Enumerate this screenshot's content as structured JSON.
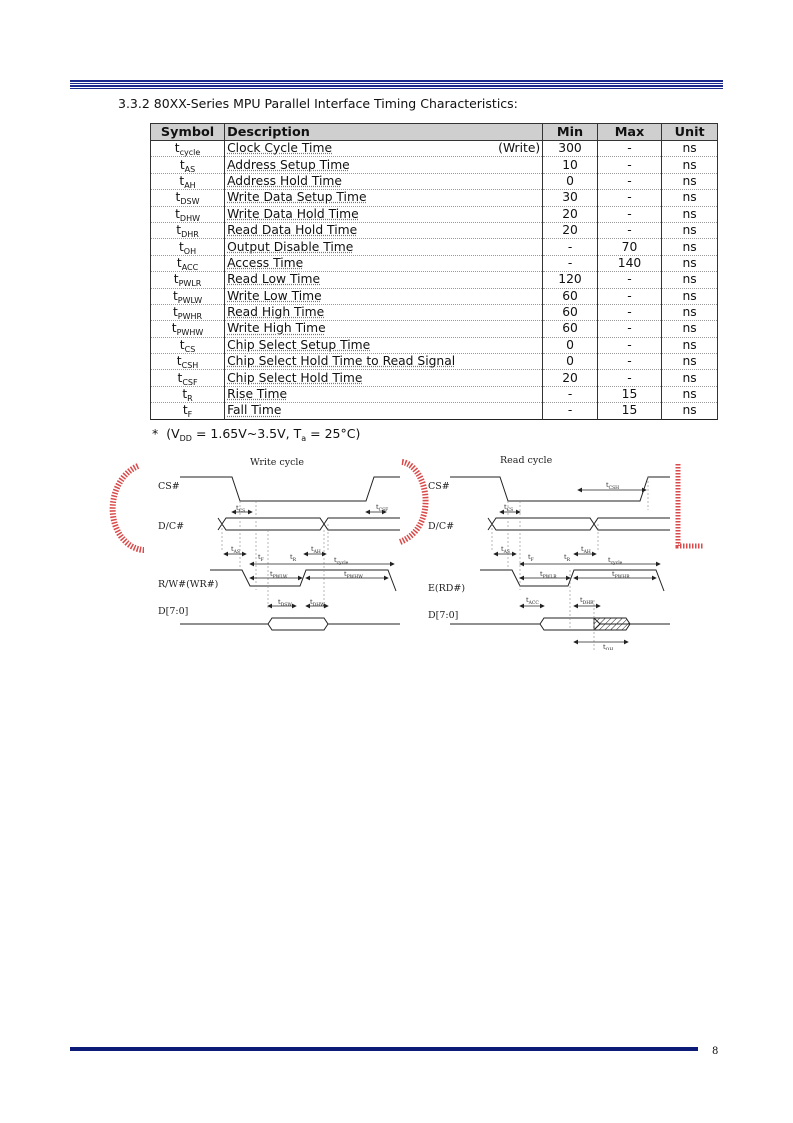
{
  "section_title": "3.3.2 80XX-Series MPU Parallel Interface Timing Characteristics:",
  "table": {
    "headers": [
      "Symbol",
      "Description",
      "Min",
      "Max",
      "Unit"
    ],
    "rows": [
      {
        "sym": "t",
        "sub": "cycle",
        "desc": "Clock Cycle Time",
        "note": "(Write)",
        "min": "300",
        "max": "-",
        "unit": "ns"
      },
      {
        "sym": "t",
        "sub": "AS",
        "desc": "Address Setup Time",
        "note": "",
        "min": "10",
        "max": "-",
        "unit": "ns"
      },
      {
        "sym": "t",
        "sub": "AH",
        "desc": "Address Hold Time",
        "note": "",
        "min": "0",
        "max": "-",
        "unit": "ns"
      },
      {
        "sym": "t",
        "sub": "DSW",
        "desc": "Write Data Setup Time",
        "note": "",
        "min": "30",
        "max": "-",
        "unit": "ns"
      },
      {
        "sym": "t",
        "sub": "DHW",
        "desc": "Write Data Hold Time",
        "note": "",
        "min": "20",
        "max": "-",
        "unit": "ns"
      },
      {
        "sym": "t",
        "sub": "DHR",
        "desc": "Read Data Hold Time",
        "note": "",
        "min": "20",
        "max": "-",
        "unit": "ns"
      },
      {
        "sym": "t",
        "sub": "OH",
        "desc": "Output Disable Time",
        "note": "",
        "min": "-",
        "max": "70",
        "unit": "ns"
      },
      {
        "sym": "t",
        "sub": "ACC",
        "desc": "Access Time",
        "note": "",
        "min": "-",
        "max": "140",
        "unit": "ns"
      },
      {
        "sym": "t",
        "sub": "PWLR",
        "desc": "Read Low Time",
        "note": "",
        "min": "120",
        "max": "-",
        "unit": "ns"
      },
      {
        "sym": "t",
        "sub": "PWLW",
        "desc": "Write Low Time",
        "note": "",
        "min": "60",
        "max": "-",
        "unit": "ns"
      },
      {
        "sym": "t",
        "sub": "PWHR",
        "desc": "Read High Time",
        "note": "",
        "min": "60",
        "max": "-",
        "unit": "ns"
      },
      {
        "sym": "t",
        "sub": "PWHW",
        "desc": "Write High Time",
        "note": "",
        "min": "60",
        "max": "-",
        "unit": "ns"
      },
      {
        "sym": "t",
        "sub": "CS",
        "desc": "Chip Select Setup Time",
        "note": "",
        "min": "0",
        "max": "-",
        "unit": "ns"
      },
      {
        "sym": "t",
        "sub": "CSH",
        "desc": "Chip Select Hold Time to Read Signal",
        "note": "",
        "min": "0",
        "max": "-",
        "unit": "ns"
      },
      {
        "sym": "t",
        "sub": "CSF",
        "desc": "Chip Select Hold Time",
        "note": "",
        "min": "20",
        "max": "-",
        "unit": "ns"
      },
      {
        "sym": "t",
        "sub": "R",
        "desc": "Rise Time",
        "note": "",
        "min": "-",
        "max": "15",
        "unit": "ns"
      },
      {
        "sym": "t",
        "sub": "F",
        "desc": "Fall Time",
        "note": "",
        "min": "-",
        "max": "15",
        "unit": "ns"
      }
    ]
  },
  "footnote": {
    "star": "*",
    "open": "(V",
    "vdd_sub": "DD",
    "mid": " = 1.65V~3.5V, T",
    "ta_sub": "a",
    "close": " = 25°C)"
  },
  "diagram": {
    "write_title": "Write cycle",
    "read_title": "Read cycle",
    "write_signals": [
      "CS#",
      "D/C#",
      "R/W#(WR#)",
      "D[7:0]"
    ],
    "read_signals": [
      "CS#",
      "D/C#",
      "E(RD#)",
      "D[7:0]"
    ],
    "write_labels": {
      "tcs": "t",
      "tcs_sub": "CS",
      "tcsf": "t",
      "tcsf_sub": "CSF",
      "tas": "t",
      "tas_sub": "AS",
      "tah": "t",
      "tah_sub": "AH",
      "tf": "t",
      "tf_sub": "F",
      "tr": "t",
      "tr_sub": "R",
      "tcycle": "t",
      "tcycle_sub": "cycle",
      "tpwlw": "t",
      "tpwlw_sub": "PWLW",
      "tpwhw": "t",
      "tpwhw_sub": "PWHW",
      "tdsw": "t",
      "tdsw_sub": "DSW",
      "tdhw": "t",
      "tdhw_sub": "DHW"
    },
    "read_labels": {
      "tcsh": "t",
      "tcsh_sub": "CSH",
      "tcs": "t",
      "tcs_sub": "CS",
      "tas": "t",
      "tas_sub": "AS",
      "tah": "t",
      "tah_sub": "AH",
      "tf": "t",
      "tf_sub": "F",
      "tr": "t",
      "tr_sub": "R",
      "tcycle": "t",
      "tcycle_sub": "cycle",
      "tpwlr": "t",
      "tpwlr_sub": "PWLR",
      "tpwhr": "t",
      "tpwhr_sub": "PWHR",
      "tacc": "t",
      "tacc_sub": "ACC",
      "tdhr": "t",
      "tdhr_sub": "DHR",
      "toh": "t",
      "toh_sub": "OH"
    }
  },
  "page_number": "8",
  "colors": {
    "rule": "#1b2a8c",
    "footer_rule": "#0c1a78",
    "header_fill": "#cfcfcf",
    "stamp": "#d94a4a"
  }
}
